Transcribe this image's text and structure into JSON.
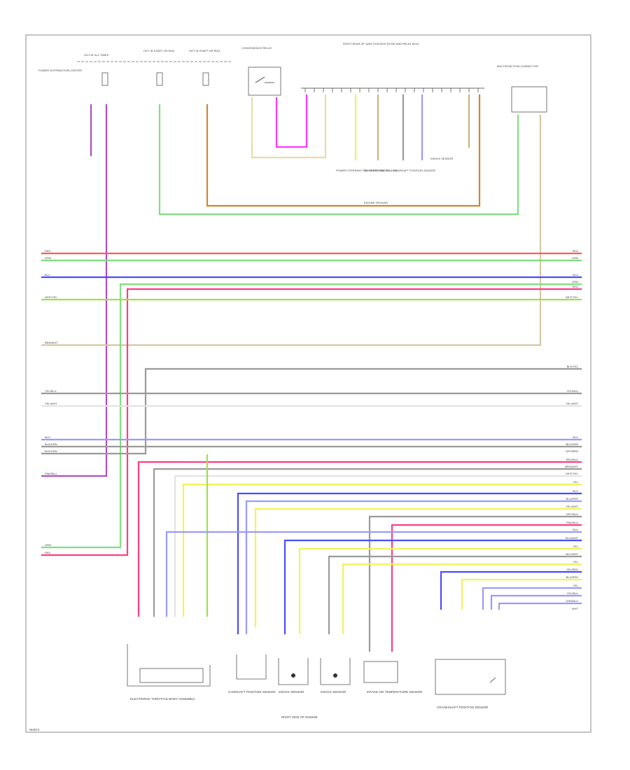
{
  "figure_id": "W4674",
  "colors": {
    "red": "#ff5a5a",
    "green": "#7fe07f",
    "blue": "#4b4bff",
    "pink": "#ff3d7f",
    "lime": "#9ee24a",
    "tan": "#d8c7a3",
    "gray": "#9a9a9a",
    "light": "#dadada",
    "lightblue": "#9a9aff",
    "purple": "#b24cc6",
    "yellow": "#f2f25a",
    "orange": "#c98a2e",
    "magenta": "#ff35ff",
    "olive": "#c8b47a"
  },
  "bus_left_wires": [
    {
      "label": "RED",
      "color": "red"
    },
    {
      "label": "GRN",
      "color": "green"
    },
    {
      "label": "BLU",
      "color": "blue"
    },
    {
      "label": "WHT/YEL",
      "color": "lime"
    },
    {
      "label": "BRN/WHT",
      "color": "tan"
    },
    {
      "label": "YEL/BLU",
      "color": "gray"
    },
    {
      "label": "YEL/WHT",
      "color": "light"
    },
    {
      "label": "BLU",
      "color": "lightblue"
    },
    {
      "label": "BLK/GRN",
      "color": "gray"
    },
    {
      "label": "BLK/GRN",
      "color": "gray"
    },
    {
      "label": "PNK/BLU",
      "color": "purple"
    },
    {
      "label": "GRN",
      "color": "green"
    },
    {
      "label": "RED",
      "color": "red"
    }
  ],
  "bus_right_wires": [
    {
      "label": "RED",
      "color": "red"
    },
    {
      "label": "GRN",
      "color": "green"
    },
    {
      "label": "BLU",
      "color": "blue"
    },
    {
      "label": "GRN",
      "color": "green"
    },
    {
      "label": "RED",
      "color": "pink"
    },
    {
      "label": "WHT/YEL",
      "color": "lime"
    },
    {
      "label": "BLK/YEL",
      "color": "gray"
    },
    {
      "label": "YEL/BLU",
      "color": "gray"
    },
    {
      "label": "YEL/WHT",
      "color": "light"
    },
    {
      "label": "BLU",
      "color": "lightblue"
    },
    {
      "label": "BLK/GRN",
      "color": "gray"
    },
    {
      "label": "GRY/BRN",
      "color": "gray"
    },
    {
      "label": "RED/BLU",
      "color": "pink"
    },
    {
      "label": "BRN/WHT",
      "color": "light"
    },
    {
      "label": "WHT/YEL",
      "color": "light"
    },
    {
      "label": "YEL",
      "color": "yellow"
    },
    {
      "label": "BLU",
      "color": "blue"
    },
    {
      "label": "BLU/RED",
      "color": "lightblue"
    },
    {
      "label": "YEL/WHT",
      "color": "yellow"
    },
    {
      "label": "GRY/BLU",
      "color": "gray"
    },
    {
      "label": "PNK/BLU",
      "color": "pink"
    },
    {
      "label": "BLU",
      "color": "lightblue"
    },
    {
      "label": "BLU/WHT",
      "color": "lightblue"
    },
    {
      "label": "YEL",
      "color": "yellow"
    },
    {
      "label": "BLK/WHT",
      "color": "gray"
    },
    {
      "label": "YEL",
      "color": "yellow"
    },
    {
      "label": "YEL/RED",
      "color": "yellow"
    },
    {
      "label": "BLU/RED",
      "color": "blue"
    },
    {
      "label": "YEL",
      "color": "yellow"
    },
    {
      "label": "YEL/BLU",
      "color": "yellow"
    },
    {
      "label": "GRN/BLU",
      "color": "lightblue"
    },
    {
      "label": "WHT",
      "color": "light"
    }
  ],
  "labels": {
    "top_fuse_box": "RIGHT REAR I/P JUNCTION BOX (FUSE AND RELAY BOX)",
    "fuse1": "HOT AT ALL TIMES",
    "fuse2": "HOT IN START OR RUN",
    "fuse3": "HOT IN START OR RUN",
    "module1": "POWER DISTRIBUTION CENTER",
    "relay": "CONVENIENCE RELAY",
    "ground_note": "ENGINE GROUND",
    "sensor_a": "POWER STEERING PRESSURE SWITCH",
    "sensor_b": "OIL PRESSURE SENDER",
    "sensor_c": "CAMSHAFT POSITION SENSOR",
    "connector_right": "MULTIFUNCTION CONNECTOR",
    "sensor_right": "KNOCK SENSOR",
    "bottom_main": "ELECTRONIC THROTTLE BODY ASSEMBLY",
    "bottom_c1": "CAMSHAFT POSITION SENSOR",
    "bottom_c2": "KNOCK SENSOR",
    "bottom_c3": "KNOCK SENSOR",
    "bottom_c4": "INTAKE AIR TEMPERATURE SENSOR",
    "bottom_group": "RIGHT SIDE OF ENGINE",
    "bottom_right": "CRANKSHAFT POSITION SENSOR"
  }
}
